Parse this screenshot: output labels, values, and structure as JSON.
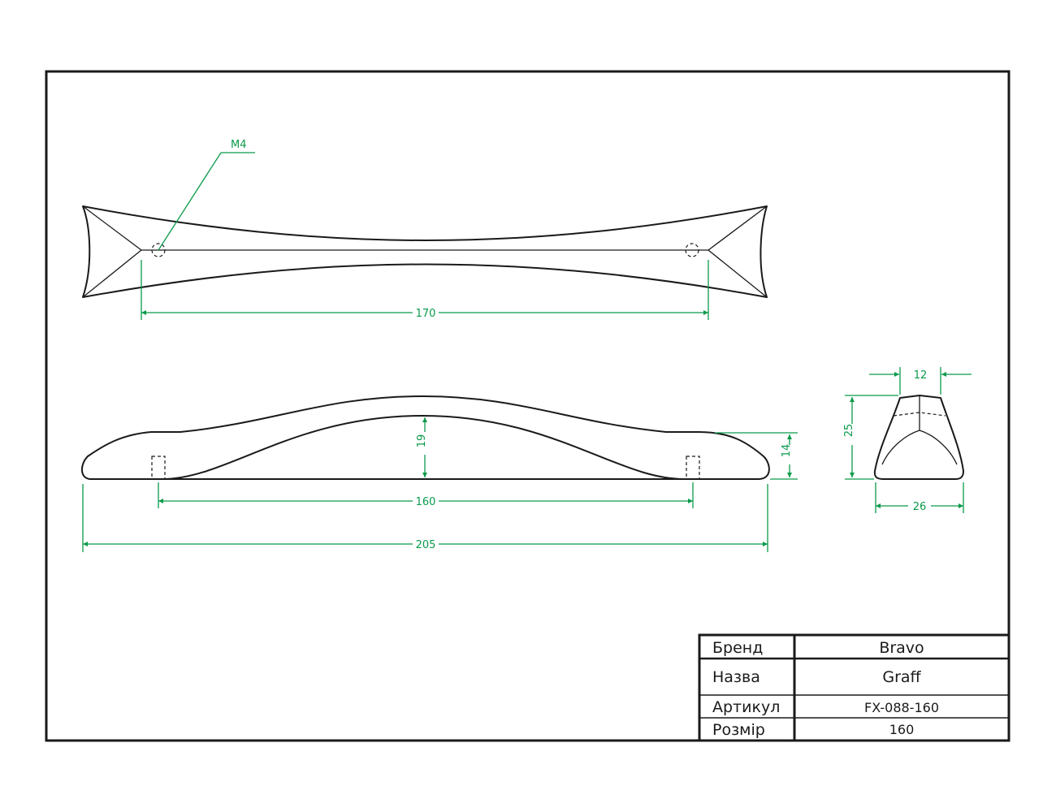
{
  "dimensions": {
    "thread": "M4",
    "hole_spacing_top": "170",
    "height_mid": "19",
    "height_end": "14",
    "hole_spacing": "160",
    "overall_length": "205",
    "top_width": "12",
    "side_height": "25",
    "base_width": "26"
  },
  "title_block": {
    "rows": [
      {
        "label": "Бренд",
        "value": "Bravo"
      },
      {
        "label": "Назва",
        "value": "Graff"
      },
      {
        "label": "Артикул",
        "value": "FX-088-160"
      },
      {
        "label": "Розмір",
        "value": "160"
      }
    ]
  },
  "colors": {
    "outline": "#1a1a1a",
    "dimension": "#0a9a4a",
    "background": "#ffffff"
  }
}
